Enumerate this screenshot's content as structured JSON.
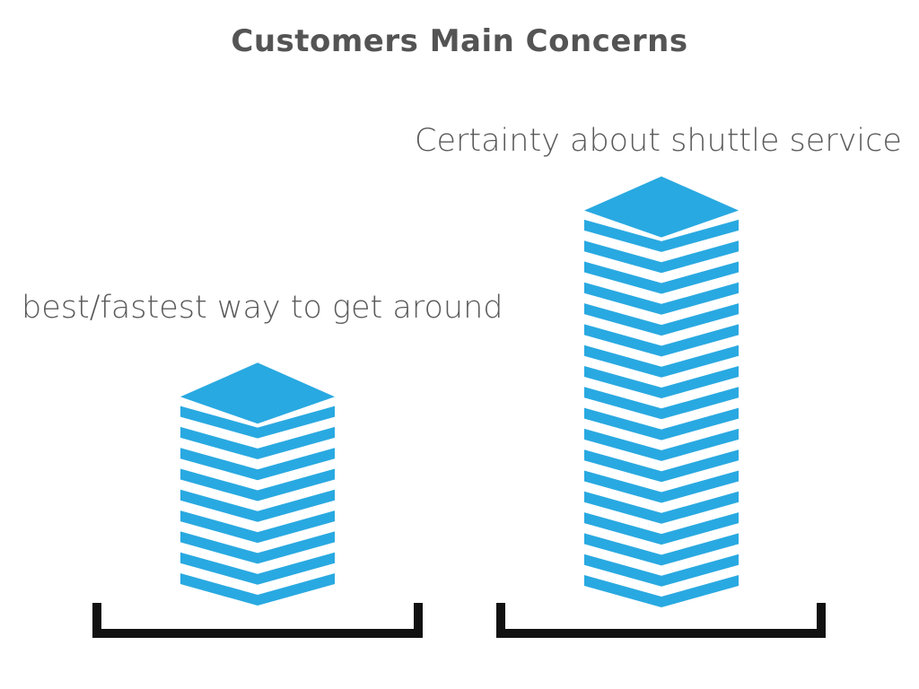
{
  "chart_data": {
    "type": "bar",
    "title": "Customers Main Concerns",
    "categories": [
      "best/fastest way to get around",
      "Certainty about shuttle service"
    ],
    "values": [
      10,
      19
    ],
    "unit": "layers",
    "colors": {
      "layer": "#29a9e1",
      "base": "#111111",
      "title": "#545454",
      "label": "#5a5a5a"
    }
  }
}
